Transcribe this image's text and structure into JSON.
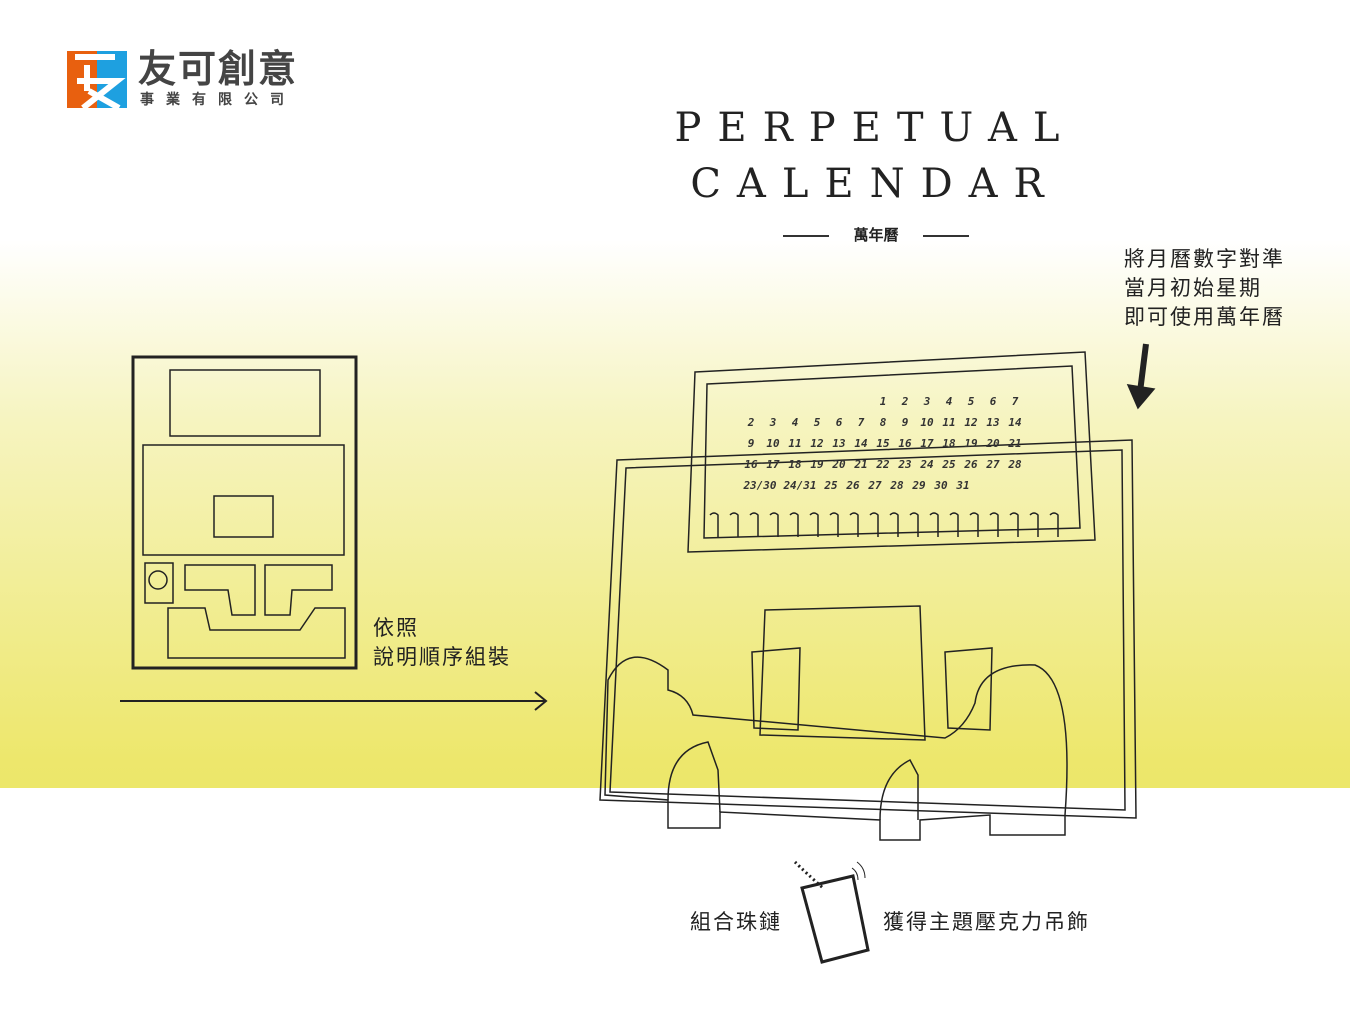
{
  "brand": {
    "name": "友可創意",
    "subtitle": "事業有限公司",
    "logo_colors": [
      "#e8600f",
      "#1ea0e0"
    ]
  },
  "title": {
    "line1": "PERPETUAL",
    "line2": "CALENDAR",
    "subtitle": "萬年曆"
  },
  "notes": {
    "align": [
      "將月曆數字對準",
      "當月初始星期",
      "即可使用萬年曆"
    ],
    "assemble": [
      "依照",
      "說明順序組裝"
    ],
    "chain": "組合珠鏈",
    "charm": "獲得主題壓克力吊飾"
  },
  "calendar_rows": [
    [
      "1",
      "2",
      "3",
      "4",
      "5",
      "6",
      "7"
    ],
    [
      "2",
      "3",
      "4",
      "5",
      "6",
      "7",
      "8",
      "9",
      "10",
      "11",
      "12",
      "13",
      "14"
    ],
    [
      "9",
      "10",
      "11",
      "12",
      "13",
      "14",
      "15",
      "16",
      "17",
      "18",
      "19",
      "20",
      "21"
    ],
    [
      "16",
      "17",
      "18",
      "19",
      "20",
      "21",
      "22",
      "23",
      "24",
      "25",
      "26",
      "27",
      "28"
    ],
    [
      "23/30",
      "24/31",
      "25",
      "26",
      "27",
      "28",
      "29",
      "30",
      "31"
    ]
  ],
  "colors": {
    "background_yellow": "#ece76a",
    "line": "#222222"
  }
}
